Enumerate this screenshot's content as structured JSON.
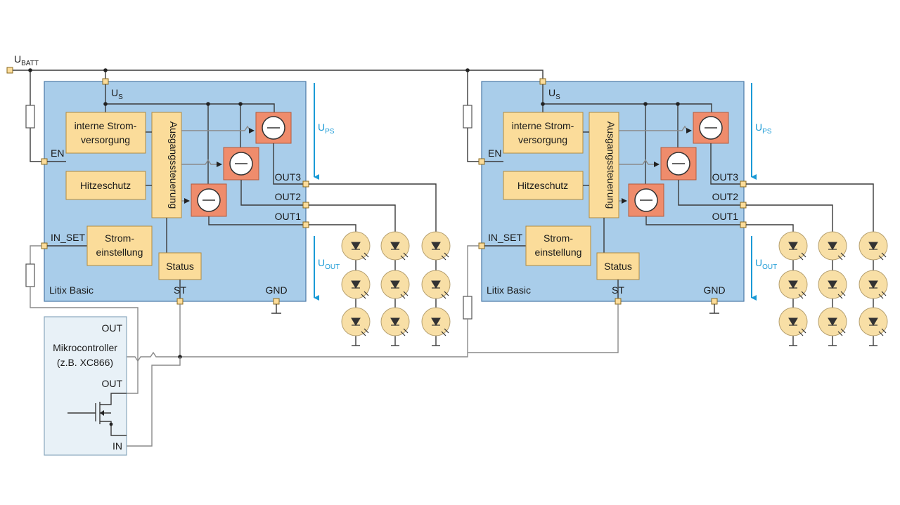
{
  "supply": {
    "label": "U",
    "sub": "BATT"
  },
  "modules": [
    {
      "us_label": "U",
      "us_sub": "S",
      "internal_supply": [
        "interne Strom-",
        "versorgung"
      ],
      "heat_protection": "Hitzeschutz",
      "output_control": "Ausgangssteuerung",
      "current_setting": [
        "Strom-",
        "einstellung"
      ],
      "status": "Status",
      "name": "Litix Basic",
      "pins": {
        "en": "EN",
        "in_set": "IN_SET",
        "st": "ST",
        "gnd": "GND",
        "out3": "OUT3",
        "out2": "OUT2",
        "out1": "OUT1"
      },
      "ups": {
        "label": "U",
        "sub": "PS"
      },
      "uout": {
        "label": "U",
        "sub": "OUT"
      }
    },
    {
      "us_label": "U",
      "us_sub": "S",
      "internal_supply": [
        "interne Strom-",
        "versorgung"
      ],
      "heat_protection": "Hitzeschutz",
      "output_control": "Ausgangssteuerung",
      "current_setting": [
        "Strom-",
        "einstellung"
      ],
      "status": "Status",
      "name": "Litix Basic",
      "pins": {
        "en": "EN",
        "in_set": "IN_SET",
        "st": "ST",
        "gnd": "GND",
        "out3": "OUT3",
        "out2": "OUT2",
        "out1": "OUT1"
      },
      "ups": {
        "label": "U",
        "sub": "PS"
      },
      "uout": {
        "label": "U",
        "sub": "OUT"
      }
    }
  ],
  "microcontroller": {
    "out_top": "OUT",
    "title": "Mikrocontroller",
    "example": "(z.B. XC866)",
    "out_bottom": "OUT",
    "in": "IN"
  },
  "colors": {
    "chip": "#a9cdea",
    "block": "#fbdc9a",
    "current_source": "#ef8c6c",
    "led": "#f8dfa6",
    "voltage_arrow": "#1a9ad6"
  }
}
